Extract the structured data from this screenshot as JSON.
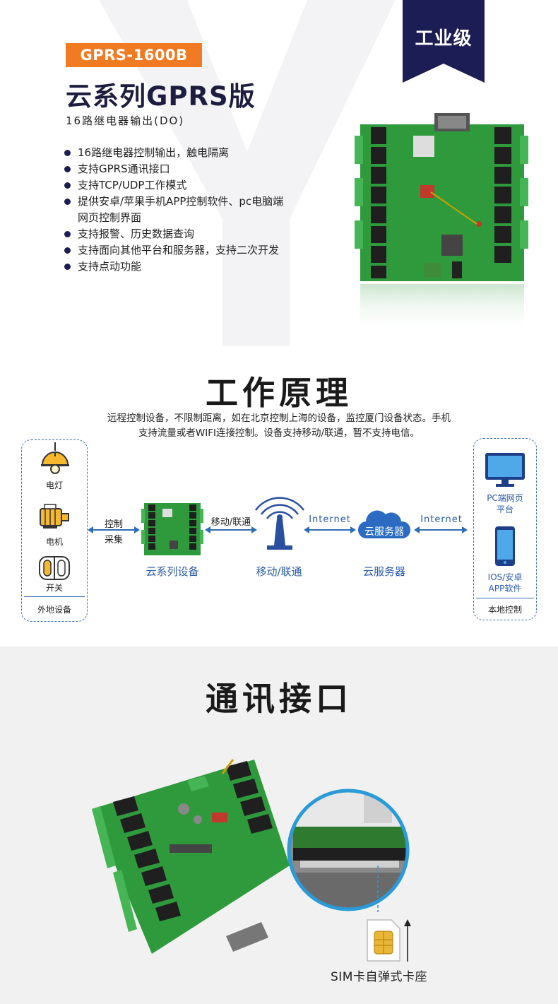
{
  "header": {
    "grade_label": "工业级",
    "model": "GPRS-1600B",
    "title": "云系列GPRS版",
    "subtitle": "16路继电器输出(DO)"
  },
  "features": [
    "16路继电器控制输出，触电隔离",
    "支持GPRS通讯接口",
    "支持TCP/UDP工作模式",
    "提供安卓/苹果手机APP控制软件、pc电脑端",
    "网页控制界面",
    "支持报警、历史数据查询",
    "支持面向其他平台和服务器，支持二次开发",
    "支持点动功能"
  ],
  "principle": {
    "title": "工作原理",
    "desc_line1": "远程控制设备，不限制距离，如在北京控制上海的设备，监控厦门设备状态。手机",
    "desc_line2": "支持流量或者WIFI连接控制。设备支持移动/联通，暂不支持电信。",
    "remote_devices": {
      "lamp": "电灯",
      "motor": "电机",
      "switch": "开关",
      "footer": "外地设备"
    },
    "control_line1": "控制",
    "control_line2": "采集",
    "device_label": "云系列设备",
    "carrier_top": "移动/联通",
    "carrier_label": "移动/联通",
    "internet_1": "Internet",
    "cloud_inner": "云服务器",
    "cloud_label": "云服务器",
    "internet_2": "Internet",
    "local": {
      "pc_line1": "PC端网页",
      "pc_line2": "平台",
      "phone_line1": "IOS/安卓",
      "phone_line2": "APP软件",
      "footer": "本地控制"
    }
  },
  "interface": {
    "title": "通讯接口",
    "sim_label": "SIM卡自弹式卡座"
  },
  "colors": {
    "orange": "#f07b22",
    "navy": "#1d1d55",
    "pcb_green": "#2e9a3c",
    "relay_black": "#1f1f1f",
    "terminal_green": "#45b555",
    "link_blue": "#2a5aa8"
  }
}
